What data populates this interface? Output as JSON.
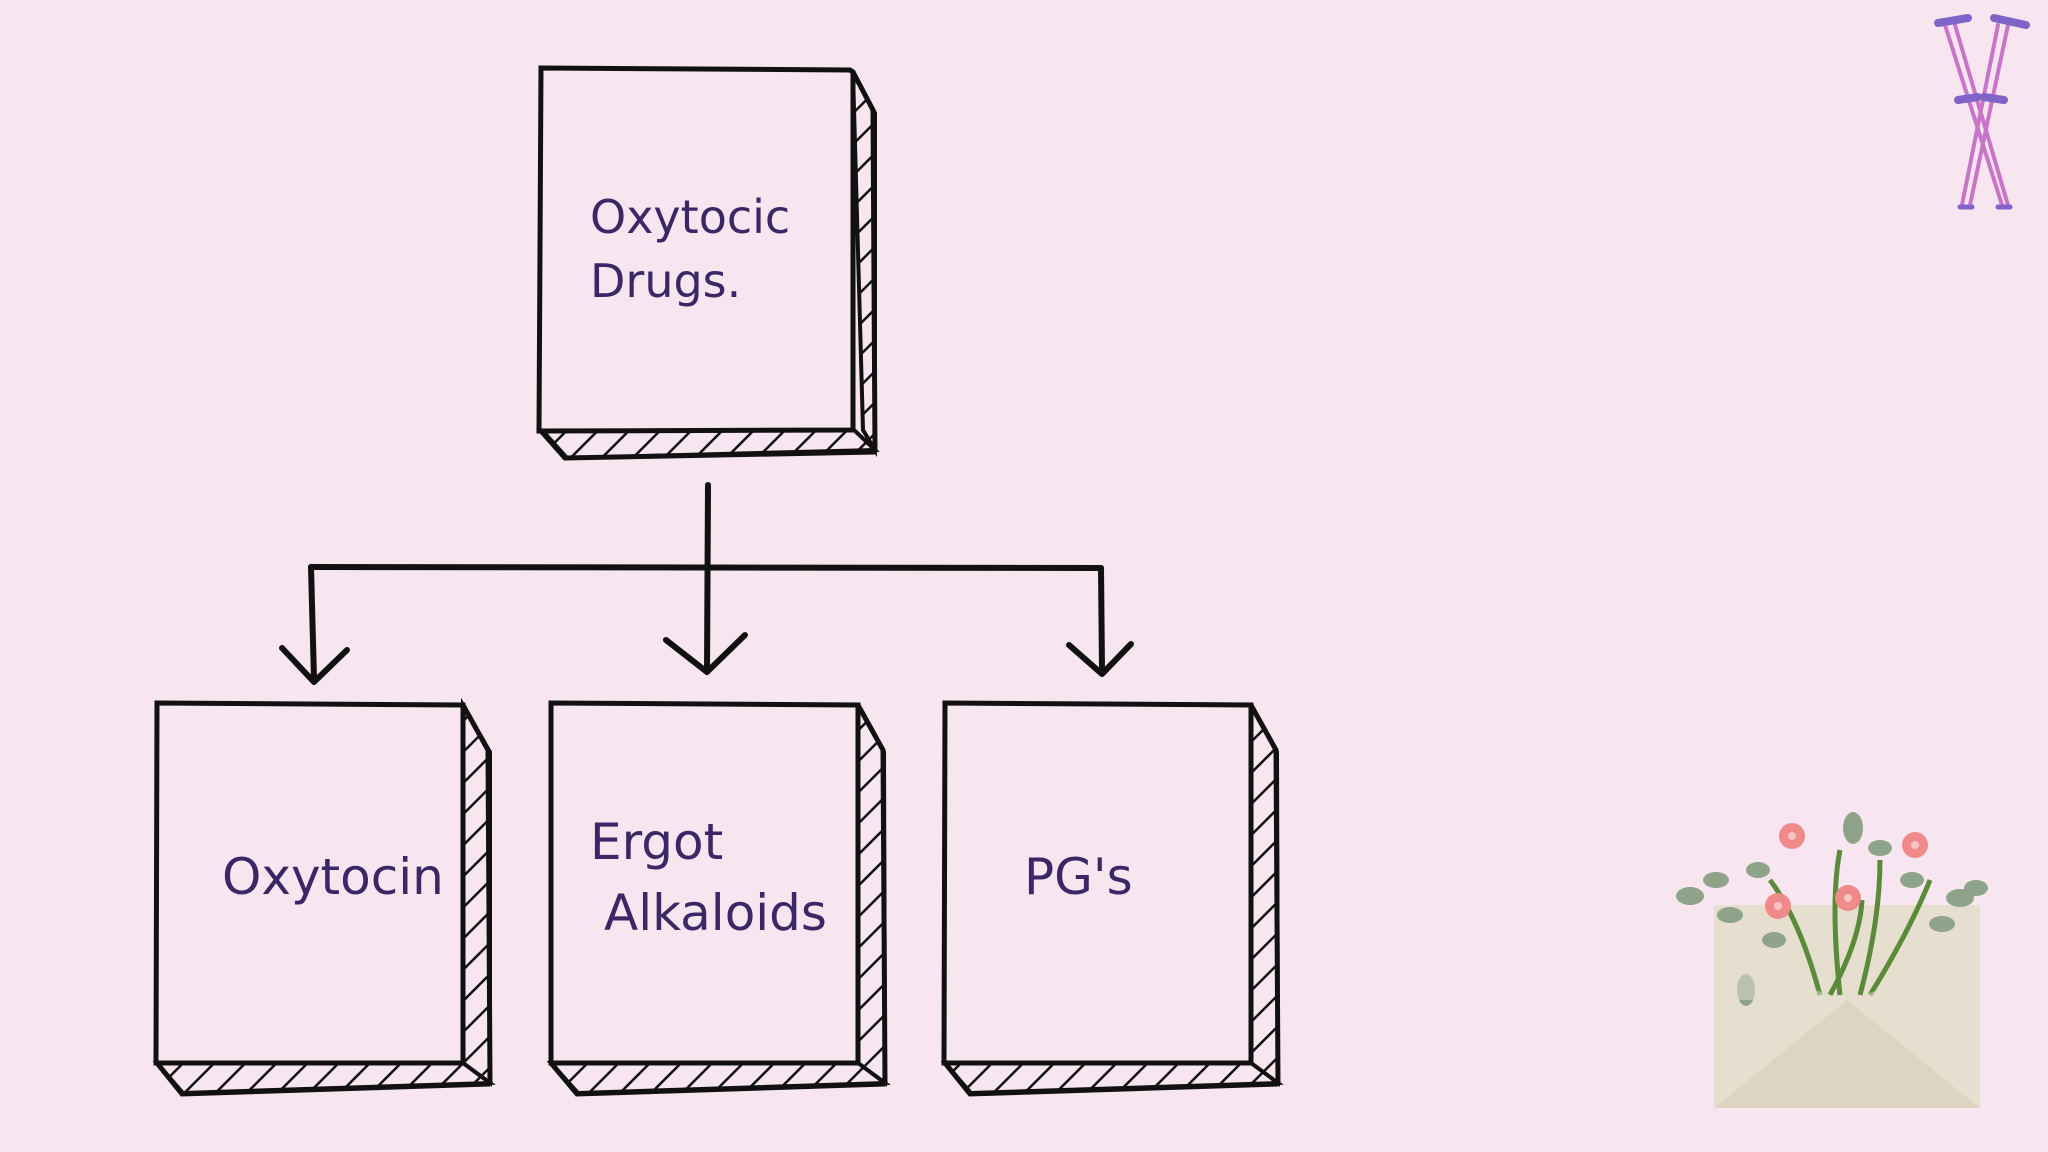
{
  "diagram": {
    "root": {
      "line1": "Oxytocic",
      "line2": "Drugs."
    },
    "children": [
      {
        "line1": "Oxytocin",
        "line2": ""
      },
      {
        "line1": "Ergot",
        "line2": "Alkaloids"
      },
      {
        "line1": "PG's",
        "line2": ""
      }
    ]
  },
  "colors": {
    "background": "#f7e6ef",
    "stroke": "#111111",
    "text": "#3b2666",
    "crutch": "#c774c9",
    "crutch_pad": "#7f63c8",
    "envelope": "#e6dfcf",
    "leaf": "#8fa38a",
    "flower": "#f08a8a"
  },
  "icons": {
    "top_right": "crutches-icon",
    "bottom_right": "flower-envelope-illustration"
  }
}
